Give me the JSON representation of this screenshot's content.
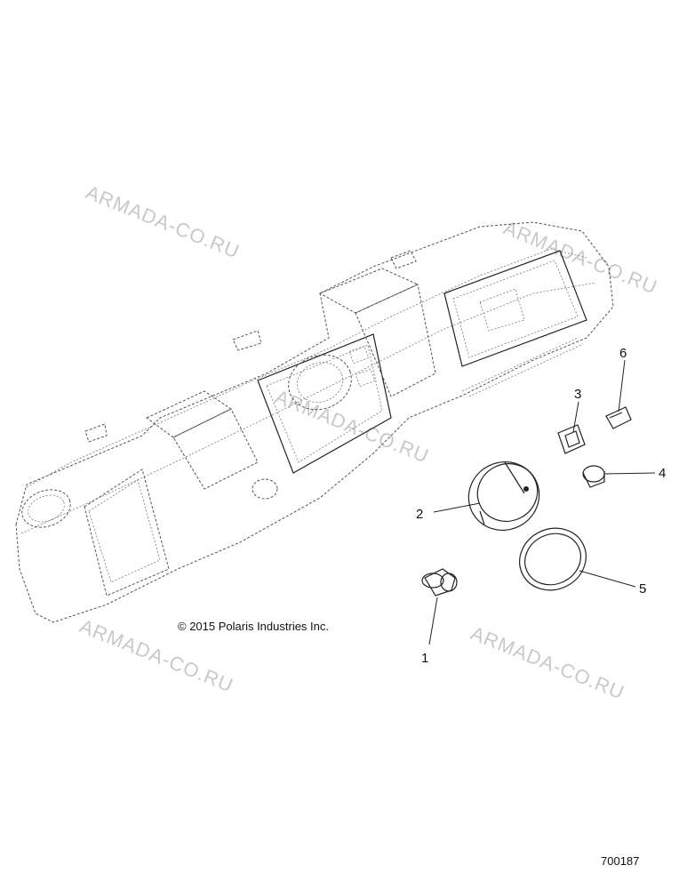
{
  "watermarks": [
    {
      "text": "ARMADA-CO.RU"
    },
    {
      "text": "ARMADA-CO.RU"
    },
    {
      "text": "ARMADA-CO.RU"
    },
    {
      "text": "ARMADA-CO.RU"
    },
    {
      "text": "ARMADA-CO.RU"
    }
  ],
  "callouts": {
    "c1": "1",
    "c2": "2",
    "c3": "3",
    "c4": "4",
    "c5": "5",
    "c6": "6"
  },
  "copyright": "© 2015 Polaris Industries Inc.",
  "figure_number": "700187",
  "colors": {
    "outline": "#222222",
    "dashed": "#555555",
    "watermark": "#c9c9c9"
  }
}
